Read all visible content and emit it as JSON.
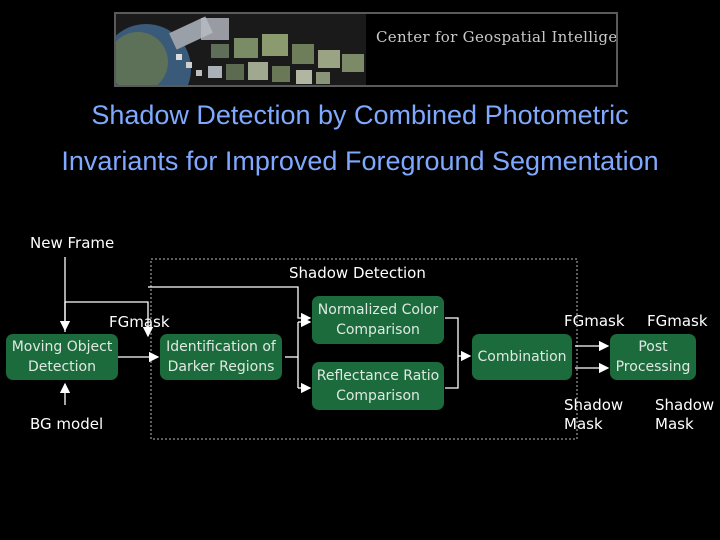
{
  "banner": {
    "text": "Center for Geospatial Intelligence"
  },
  "title": {
    "line1": "Shadow Detection by Combined Photometric",
    "line2": "Invariants for Improved Foreground Segmentation"
  },
  "diagram": {
    "new_frame": "New Frame",
    "shadow_detection": "Shadow Detection",
    "fgmask_left": "FGmask",
    "bg_model": "BG model",
    "moving_object": "Moving Object\nDetection",
    "identification": "Identification of\nDarker Regions",
    "normalized_color": "Normalized Color\nComparison",
    "reflectance_ratio": "Reflectance Ratio\nComparison",
    "combination": "Combination",
    "post_processing": "Post\nProcessing",
    "fgmask_mid": "FGmask",
    "fgmask_right": "FGmask",
    "shadow_mask_mid": "Shadow\nMask",
    "shadow_mask_right": "Shadow\nMask"
  },
  "colors": {
    "title": "#7fa8ff",
    "box_fill": "#1c6b3c",
    "background": "#000000"
  }
}
